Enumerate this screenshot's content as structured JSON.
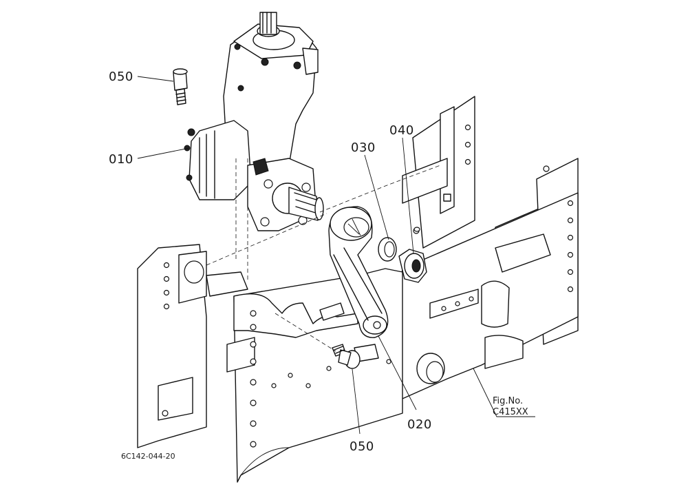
{
  "labels": {
    "bolt_top": "050",
    "steering_gear": "010",
    "lock_washer": "030",
    "nut": "040",
    "pitman_arm": "020",
    "bolt_bottom": "050"
  },
  "figure": {
    "fig_no_label": "Fig.No.",
    "fig_no_value": "C415XX",
    "drawing_code": "6C142-044-20"
  }
}
